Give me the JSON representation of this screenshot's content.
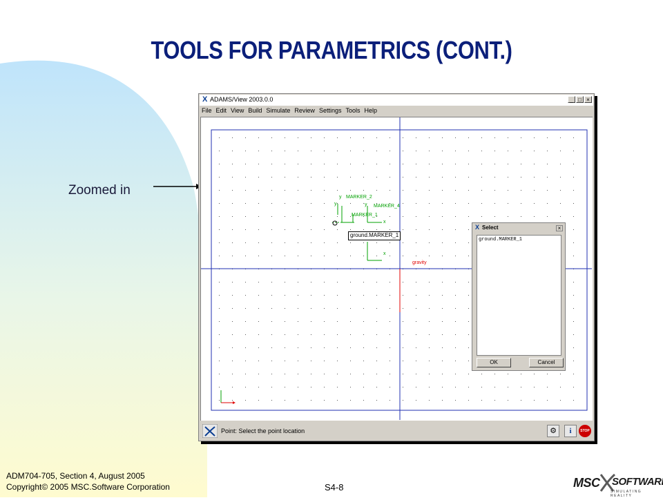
{
  "slide": {
    "title": "TOOLS FOR PARAMETRICS (CONT.)",
    "callout": "Zoomed in",
    "footer_line1": "ADM704-705, Section 4, August 2005",
    "footer_line2": "Copyright© 2005 MSC.Software Corporation",
    "page_number": "S4-8",
    "logo": {
      "msc": "MSC",
      "software": "SOFTWARE",
      "tagline": "SIMULATING REALITY"
    }
  },
  "window": {
    "title": "ADAMS/View 2003.0.0",
    "menu": [
      "File",
      "Edit",
      "View",
      "Build",
      "Simulate",
      "Review",
      "Settings",
      "Tools",
      "Help"
    ],
    "controls": {
      "minimize": "_",
      "maximize": "□",
      "close": "×"
    },
    "status_text": "Point: Select the point location"
  },
  "canvas": {
    "markers": {
      "marker_2": "MARKER_2",
      "marker_4": "MARKER_4",
      "marker_1": "MARKER_1",
      "axis_x": "x",
      "axis_y": "y"
    },
    "tooltip": "ground.MARKER_1",
    "gravity_label": "gravity"
  },
  "dialog": {
    "title": "Select",
    "list_items": [
      "ground.MARKER_1"
    ],
    "ok_label": "OK",
    "cancel_label": "Cancel",
    "close": "×"
  },
  "colors": {
    "title_blue": "#0b1f7a",
    "marker_green": "#00a000",
    "gravity_red": "#e00000",
    "frame_blue": "#1f2fb0"
  }
}
